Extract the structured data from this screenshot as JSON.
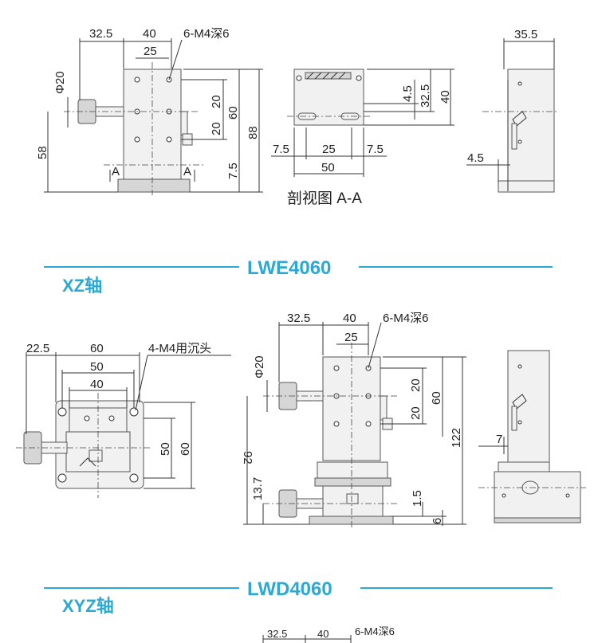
{
  "colors": {
    "accent": "#2aa9d6",
    "line": "#333333",
    "part": "#f1f1f1"
  },
  "top": {
    "front": {
      "d325": "32.5",
      "d40": "40",
      "d25": "25",
      "holes": "6-M4深6",
      "phi20": "Φ20",
      "d20a": "20",
      "d20b": "20",
      "d60": "60",
      "d88": "88",
      "d58": "58",
      "d75": "7.5",
      "secA1": "A",
      "secA2": "A"
    },
    "section": {
      "d45": "4.5",
      "d325": "32.5",
      "d40": "40",
      "d75a": "7.5",
      "d25": "25",
      "d75b": "7.5",
      "d50": "50",
      "caption": "剖视图 A-A"
    },
    "side": {
      "d355": "35.5",
      "d45": "4.5"
    }
  },
  "sections": [
    {
      "model": "LWE4060",
      "axis": "XZ轴"
    },
    {
      "model": "LWD4060",
      "axis": "XYZ轴"
    }
  ],
  "mid": {
    "plan": {
      "d225": "22.5",
      "d60": "60",
      "holes": "4-M4用沉头",
      "d50": "50",
      "d40": "40",
      "v50": "50",
      "v60": "60"
    },
    "front": {
      "d325": "32.5",
      "d40": "40",
      "d25": "25",
      "holes": "6-M4深6",
      "phi20": "Φ20",
      "d20a": "20",
      "d20b": "20",
      "d60": "60",
      "d122": "122",
      "d92": "92",
      "d137": "13.7",
      "d15": "1.5",
      "d6": "6"
    },
    "side": {
      "d7": "7"
    }
  },
  "bottom": {
    "d325": "32.5",
    "d40": "40",
    "holes": "6-M4深6"
  }
}
